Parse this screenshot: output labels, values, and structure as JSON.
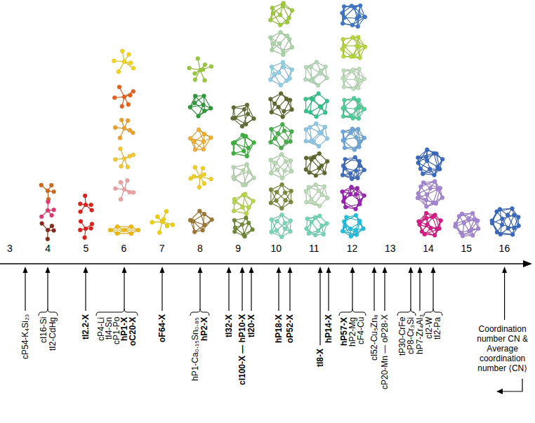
{
  "diagram": {
    "labels": [
      "3",
      "4",
      "5",
      "6",
      "7",
      "8",
      "9",
      "10",
      "11",
      "12",
      "13",
      "14",
      "15",
      "16",
      "cP54-K₄Si₂₃",
      "cI16-Si",
      "tI2-CdHg",
      "tI2.2-X",
      "cP4-Li",
      "tI4-Sn",
      "cP1-Po",
      "hP1-X",
      "oC20-X",
      "oF64-X",
      "hP1-Ca₀.₁₅Sn₀.₈₅",
      "hP2-X",
      "tI32-X",
      "cI100-X — hP10-X",
      "tI20-X",
      "hP18-X",
      "oP52-X",
      "tI8-X",
      "hP14-X",
      "hP57-X",
      "hP2-Mg",
      "cF4-Cu",
      "cI52-Cu₅Zn₈",
      "cP20-Mn — oP28-X",
      "tP30-CrFe",
      "cP8-Cr₃Si",
      "hP7-Zr₄Al₃",
      "cI2-W",
      "tI2-Pa",
      "Coordination number CN & Average coordination number ⟨CN⟩"
    ]
  }
}
